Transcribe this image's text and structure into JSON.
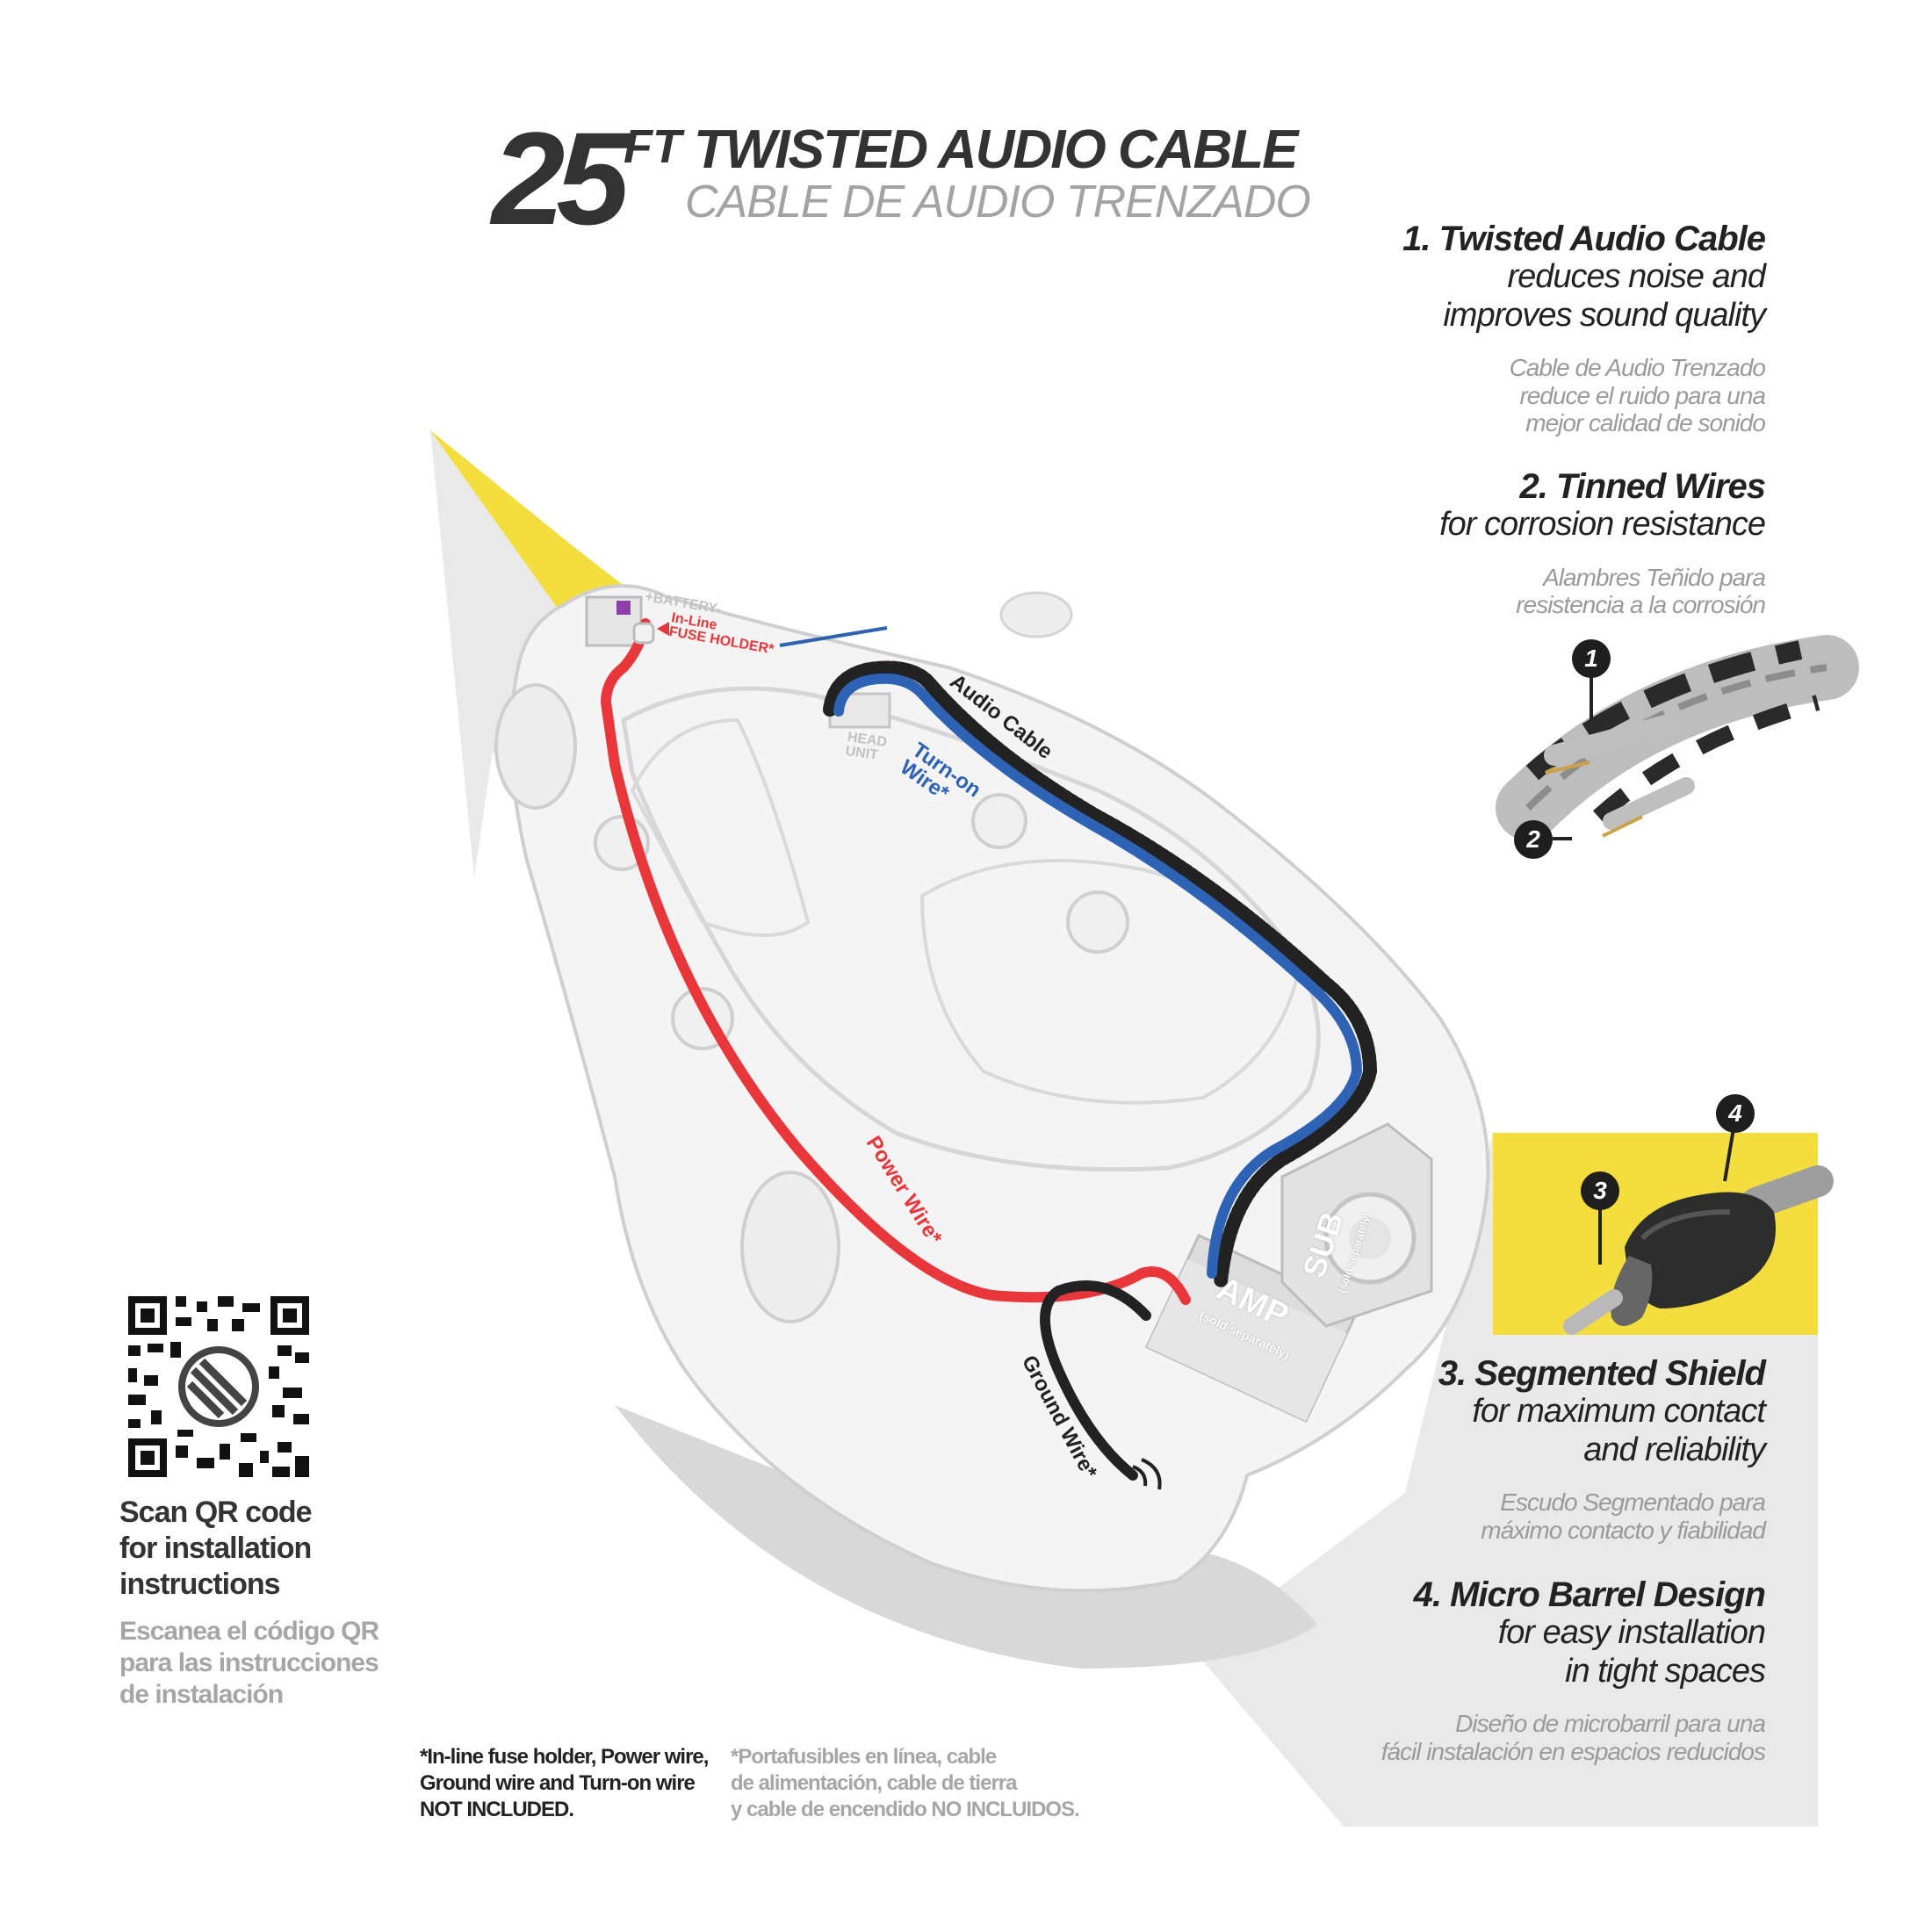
{
  "title": {
    "number": "25",
    "unit": "FT",
    "english": "TWISTED AUDIO CABLE",
    "spanish": "CABLE DE AUDIO TRENZADO"
  },
  "features": [
    {
      "title": "1.  Twisted Audio Cable",
      "desc": "reduces noise and\nimproves sound quality",
      "spanish": "Cable de Audio Trenzado\nreduce el ruido para una\nmejor calidad de sonido"
    },
    {
      "title": "2.  Tinned Wires",
      "desc": "for corrosion resistance",
      "spanish": "Alambres Teñido para\nresistencia a la corrosión"
    },
    {
      "title": "3.  Segmented Shield",
      "desc": "for maximum contact\nand reliability",
      "spanish": "Escudo Segmentado para\nmáximo contacto y fiabilidad"
    },
    {
      "title": "4.  Micro Barrel Design",
      "desc": "for easy installation\nin tight spaces",
      "spanish": "Diseño de microbarril para una\nfácil instalación en espacios reducidos"
    }
  ],
  "markers": [
    "1",
    "2",
    "3",
    "4"
  ],
  "diagram_labels": {
    "battery": "+BATTERY-",
    "fuse_holder": "In-Line\nFUSE HOLDER*",
    "head_unit": "HEAD\nUNIT",
    "audio_cable": "Audio Cable",
    "turn_on_wire": "Turn-on\nWire*",
    "power_wire": "Power Wire*",
    "ground_wire": "Ground Wire*",
    "amp": "AMP",
    "amp_note": "(sold separately)",
    "sub": "SUB",
    "sub_note": "(sold separately)"
  },
  "qr": {
    "english": "Scan QR code\nfor installation\ninstructions",
    "spanish": "Escanea el código QR\npara las instrucciones\nde instalación"
  },
  "footnote": {
    "english": "*In-line fuse holder, Power wire,\n Ground wire and Turn-on wire\n NOT INCLUDED.",
    "spanish": "*Portafusibles en línea, cable\nde alimentación, cable de tierra\ny cable de encendido NO INCLUIDOS."
  },
  "colors": {
    "yellow": "#f3de3d",
    "light_gray": "#e9e9e9",
    "power_wire": "#e8363b",
    "turn_on_wire": "#2d62b5",
    "audio_cable": "#222222",
    "ground_wire": "#222222",
    "fuse_holder_label": "#e8363b"
  }
}
